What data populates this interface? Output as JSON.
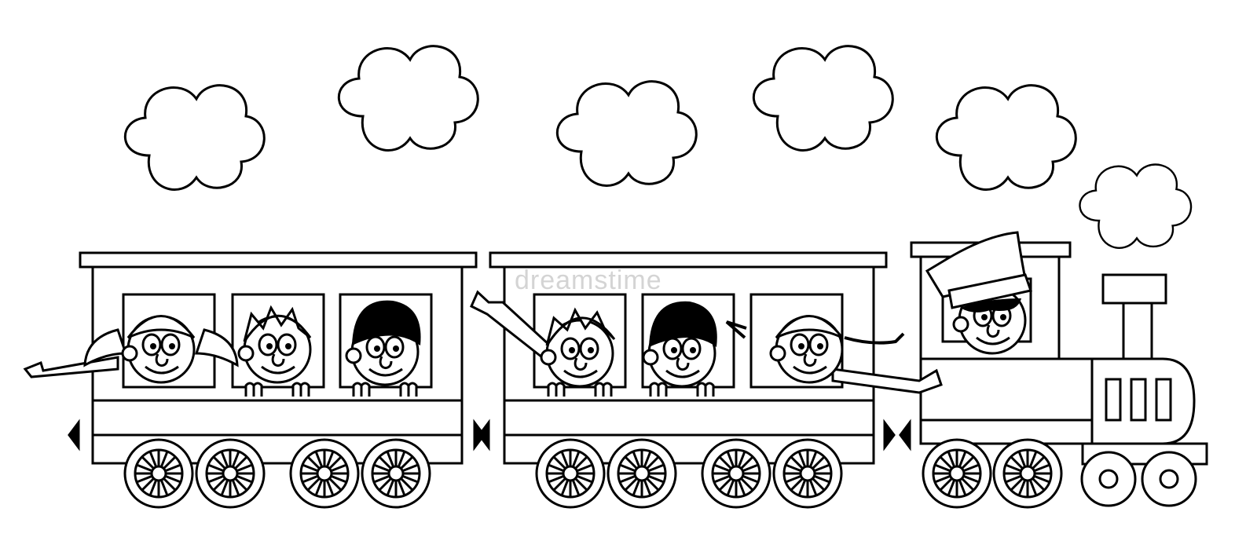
{
  "scene": {
    "watermark_text": "dreamstime",
    "colors": {
      "ink": "#000000",
      "paper": "#ffffff",
      "watermark": "#d4d4d4"
    },
    "clouds": 6,
    "passenger_cars": 2,
    "passengers": 6,
    "driver": 1
  }
}
